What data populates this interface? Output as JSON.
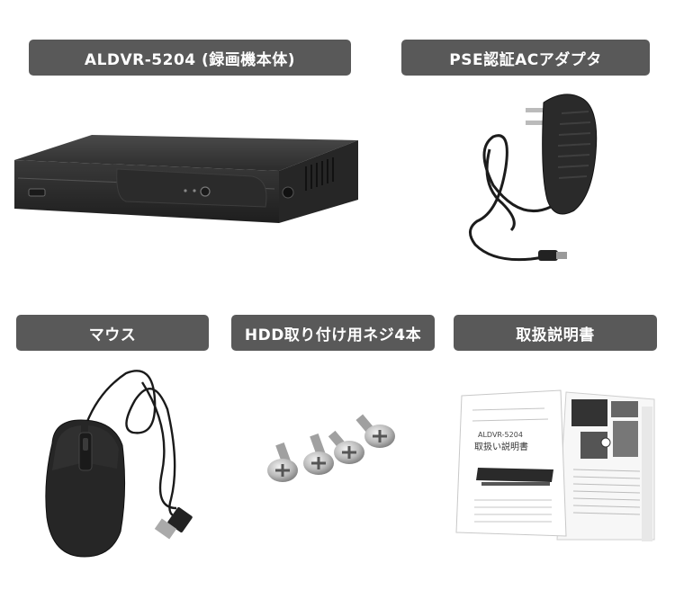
{
  "items": [
    {
      "label": "ALDVR-5204 (録画機本体)",
      "image": "dvr-recorder"
    },
    {
      "label": "PSE認証ACアダプタ",
      "image": "ac-adapter"
    },
    {
      "label": "マウス",
      "image": "usb-mouse"
    },
    {
      "label": "HDD取り付け用ネジ4本",
      "image": "hdd-screws"
    },
    {
      "label": "取扱説明書",
      "image": "instruction-manual"
    }
  ],
  "manual": {
    "cover_title": "取扱い説明書",
    "cover_model": "ALDVR-5204"
  },
  "colors": {
    "label_bg": "#595959",
    "label_text": "#ffffff",
    "device_body": "#2a2a2a"
  }
}
